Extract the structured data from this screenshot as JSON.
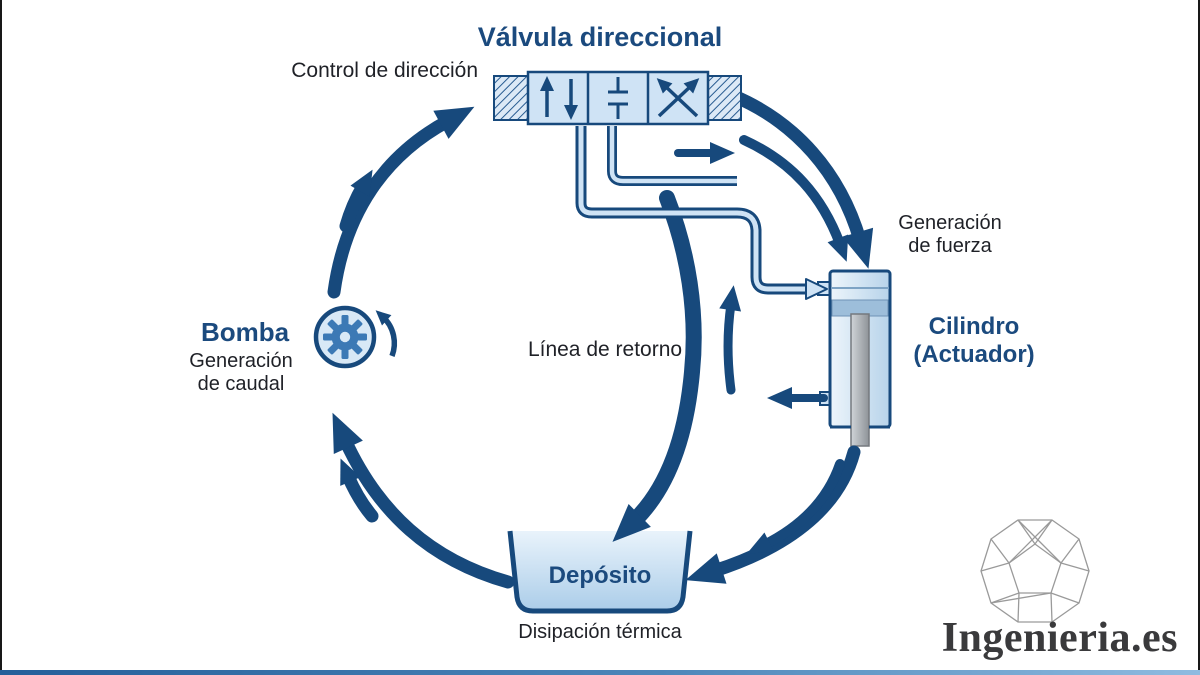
{
  "valve": {
    "title": "Válvula direccional",
    "caption": "Control de dirección"
  },
  "pump": {
    "title": "Bomba",
    "caption1": "Generación",
    "caption2": "de caudal"
  },
  "return_line": {
    "label": "Línea de retorno"
  },
  "cylinder": {
    "caption1": "Generación",
    "caption2": "de fuerza",
    "title1": "Cilindro",
    "title2": "(Actuador)"
  },
  "tank": {
    "label": "Depósito",
    "caption": "Disipación térmica"
  },
  "brand": {
    "name": "Ingenieria.es"
  },
  "colors": {
    "navy": "#17497c",
    "mid_blue": "#3c79b5",
    "light_blue": "#cfe3f5",
    "rod_gray": "#8e9398",
    "brand_text": "#3a3a3c"
  }
}
